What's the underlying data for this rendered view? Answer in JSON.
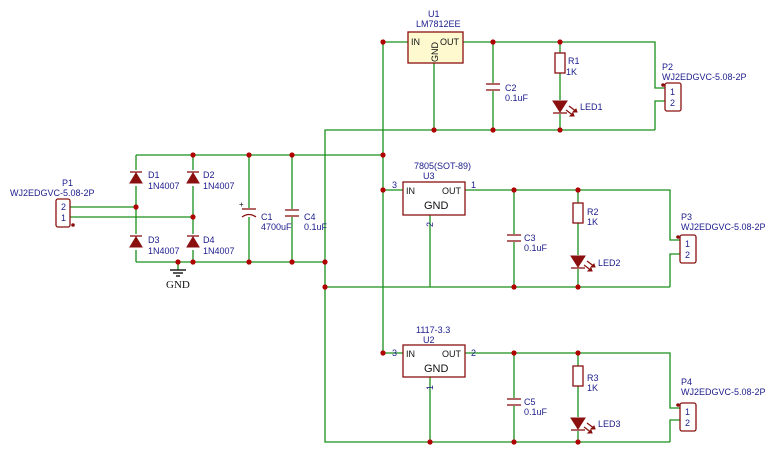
{
  "regulators": {
    "u1": {
      "ref": "U1",
      "part": "LM7812EE",
      "in_label": "IN",
      "out_label": "OUT",
      "gnd_label": "GND"
    },
    "u3": {
      "ref": "U3",
      "part": "7805(SOT-89)",
      "in_label": "IN",
      "out_label": "OUT",
      "gnd_label": "GND",
      "pin_in": "3",
      "pin_out": "1",
      "pin_gnd": "2"
    },
    "u2": {
      "ref": "U2",
      "part": "1117-3.3",
      "in_label": "IN",
      "out_label": "OUT",
      "gnd_label": "GND",
      "pin_in": "3",
      "pin_out": "2",
      "pin_gnd": "1"
    }
  },
  "connectors": {
    "p1": {
      "ref": "P1",
      "part": "WJ2EDGVC-5.08-2P",
      "pin_a": "2",
      "pin_b": "1"
    },
    "p2": {
      "ref": "P2",
      "part": "WJ2EDGVC-5.08-2P",
      "pin_a": "1",
      "pin_b": "2"
    },
    "p3": {
      "ref": "P3",
      "part": "WJ2EDGVC-5.08-2P",
      "pin_a": "1",
      "pin_b": "2"
    },
    "p4": {
      "ref": "P4",
      "part": "WJ2EDGVC-5.08-2P",
      "pin_a": "1",
      "pin_b": "2"
    }
  },
  "diodes": {
    "d1": {
      "ref": "D1",
      "part": "1N4007"
    },
    "d2": {
      "ref": "D2",
      "part": "1N4007"
    },
    "d3": {
      "ref": "D3",
      "part": "1N4007"
    },
    "d4": {
      "ref": "D4",
      "part": "1N4007"
    }
  },
  "capacitors": {
    "c1": {
      "ref": "C1",
      "value": "4700uF",
      "polarity": "+"
    },
    "c4": {
      "ref": "C4",
      "value": "0.1uF"
    },
    "c2": {
      "ref": "C2",
      "value": "0.1uF"
    },
    "c3": {
      "ref": "C3",
      "value": "0.1uF"
    },
    "c5": {
      "ref": "C5",
      "value": "0.1uF"
    }
  },
  "resistors": {
    "r1": {
      "ref": "R1",
      "value": "1K"
    },
    "r2": {
      "ref": "R2",
      "value": "1K"
    },
    "r3": {
      "ref": "R3",
      "value": "1K"
    }
  },
  "leds": {
    "led1": {
      "ref": "LED1"
    },
    "led2": {
      "ref": "LED2"
    },
    "led3": {
      "ref": "LED3"
    }
  },
  "ground_label": "GND",
  "colors": {
    "wire": "#1a8f1a",
    "component": "#8a1010",
    "label": "#1c1c8c",
    "junction": "#b00000"
  }
}
